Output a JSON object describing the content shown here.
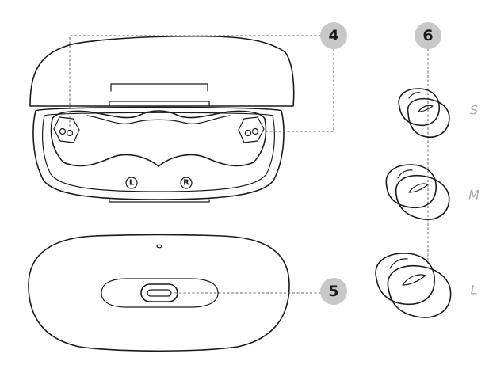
{
  "callouts": {
    "earbud_contacts": "4",
    "usb_port": "5",
    "ear_tips": "6"
  },
  "side_marks": {
    "left": "L",
    "right": "R"
  },
  "ear_tip_sizes": {
    "small": "S",
    "medium": "M",
    "large": "L"
  },
  "colors": {
    "line": "#1a1a1a",
    "callout_fill": "#c8c8c8",
    "size_label": "#a8a8a8"
  }
}
